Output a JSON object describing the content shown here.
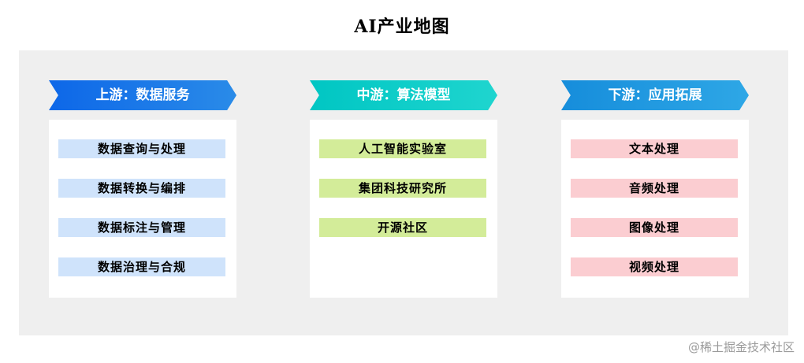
{
  "title": "AI产业地图",
  "columns": [
    {
      "header": "上游：数据服务",
      "items": [
        "数据查询与处理",
        "数据转换与编排",
        "数据标注与管理",
        "数据治理与合规"
      ]
    },
    {
      "header": "中游：算法模型",
      "items": [
        "人工智能实验室",
        "集团科技研究所",
        "开源社区"
      ]
    },
    {
      "header": "下游：应用拓展",
      "items": [
        "文本处理",
        "音频处理",
        "图像处理",
        "视频处理"
      ]
    }
  ],
  "watermark": "@稀土掘金技术社区",
  "colors": {
    "upstream_banner": "#0d67e8",
    "midstream_banner": "#00c6c3",
    "downstream_banner": "#168ddb",
    "upstream_item": "#cfe3fb",
    "midstream_item": "#d3ec99",
    "downstream_item": "#fbcdd1",
    "panel_background": "#efefef"
  }
}
